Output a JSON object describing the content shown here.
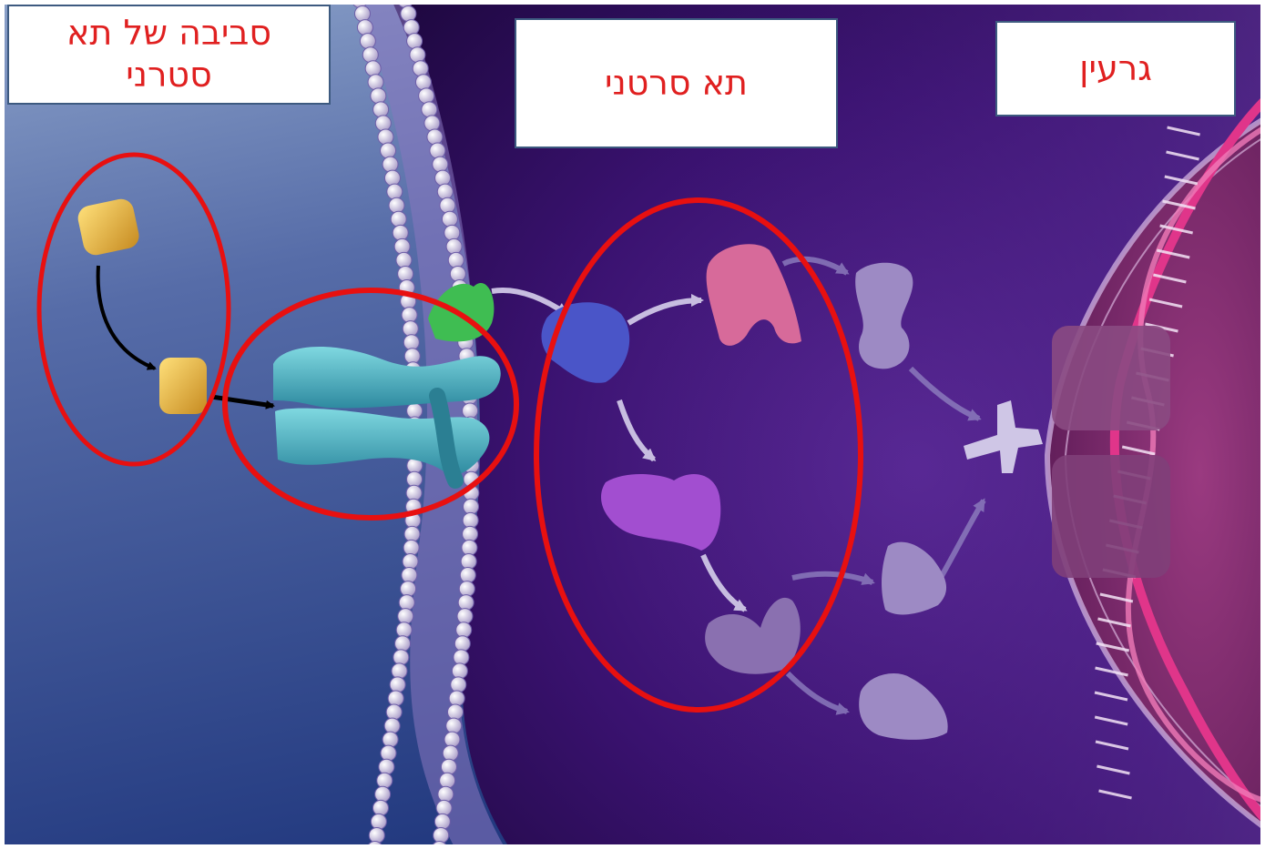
{
  "labels": {
    "environment": "סביבה של תא\nסטרני",
    "cell": "תא סרטני",
    "nucleus": "גרעין"
  },
  "colors": {
    "highlight": "#e81010",
    "label_text": "#e02020",
    "label_border": "#3d5a80",
    "extracellular": "#3a4f92",
    "cytoplasm": "#3a0f6a",
    "membrane_head": "#e9e4f4",
    "ligand": "#e8b640",
    "receptor": "#4fb8c6",
    "adaptor": "#3dbb4a",
    "kinase_blue": "#4a55c8",
    "kinase_pink": "#d76a9a",
    "kinase_violet": "#a24ed0",
    "kinase_mauve": "#8a70b0",
    "faded_protein": "#9d8ac4",
    "dna": "#d4307a",
    "nucleus_bg": "#7a2a6a"
  },
  "icons": [
    "ligand-icon",
    "receptor-icon",
    "adaptor-protein-icon",
    "kinase-icon",
    "transcription-factor-icon",
    "dna-helix-icon",
    "arrow-icon",
    "lipid-bilayer-icon"
  ]
}
